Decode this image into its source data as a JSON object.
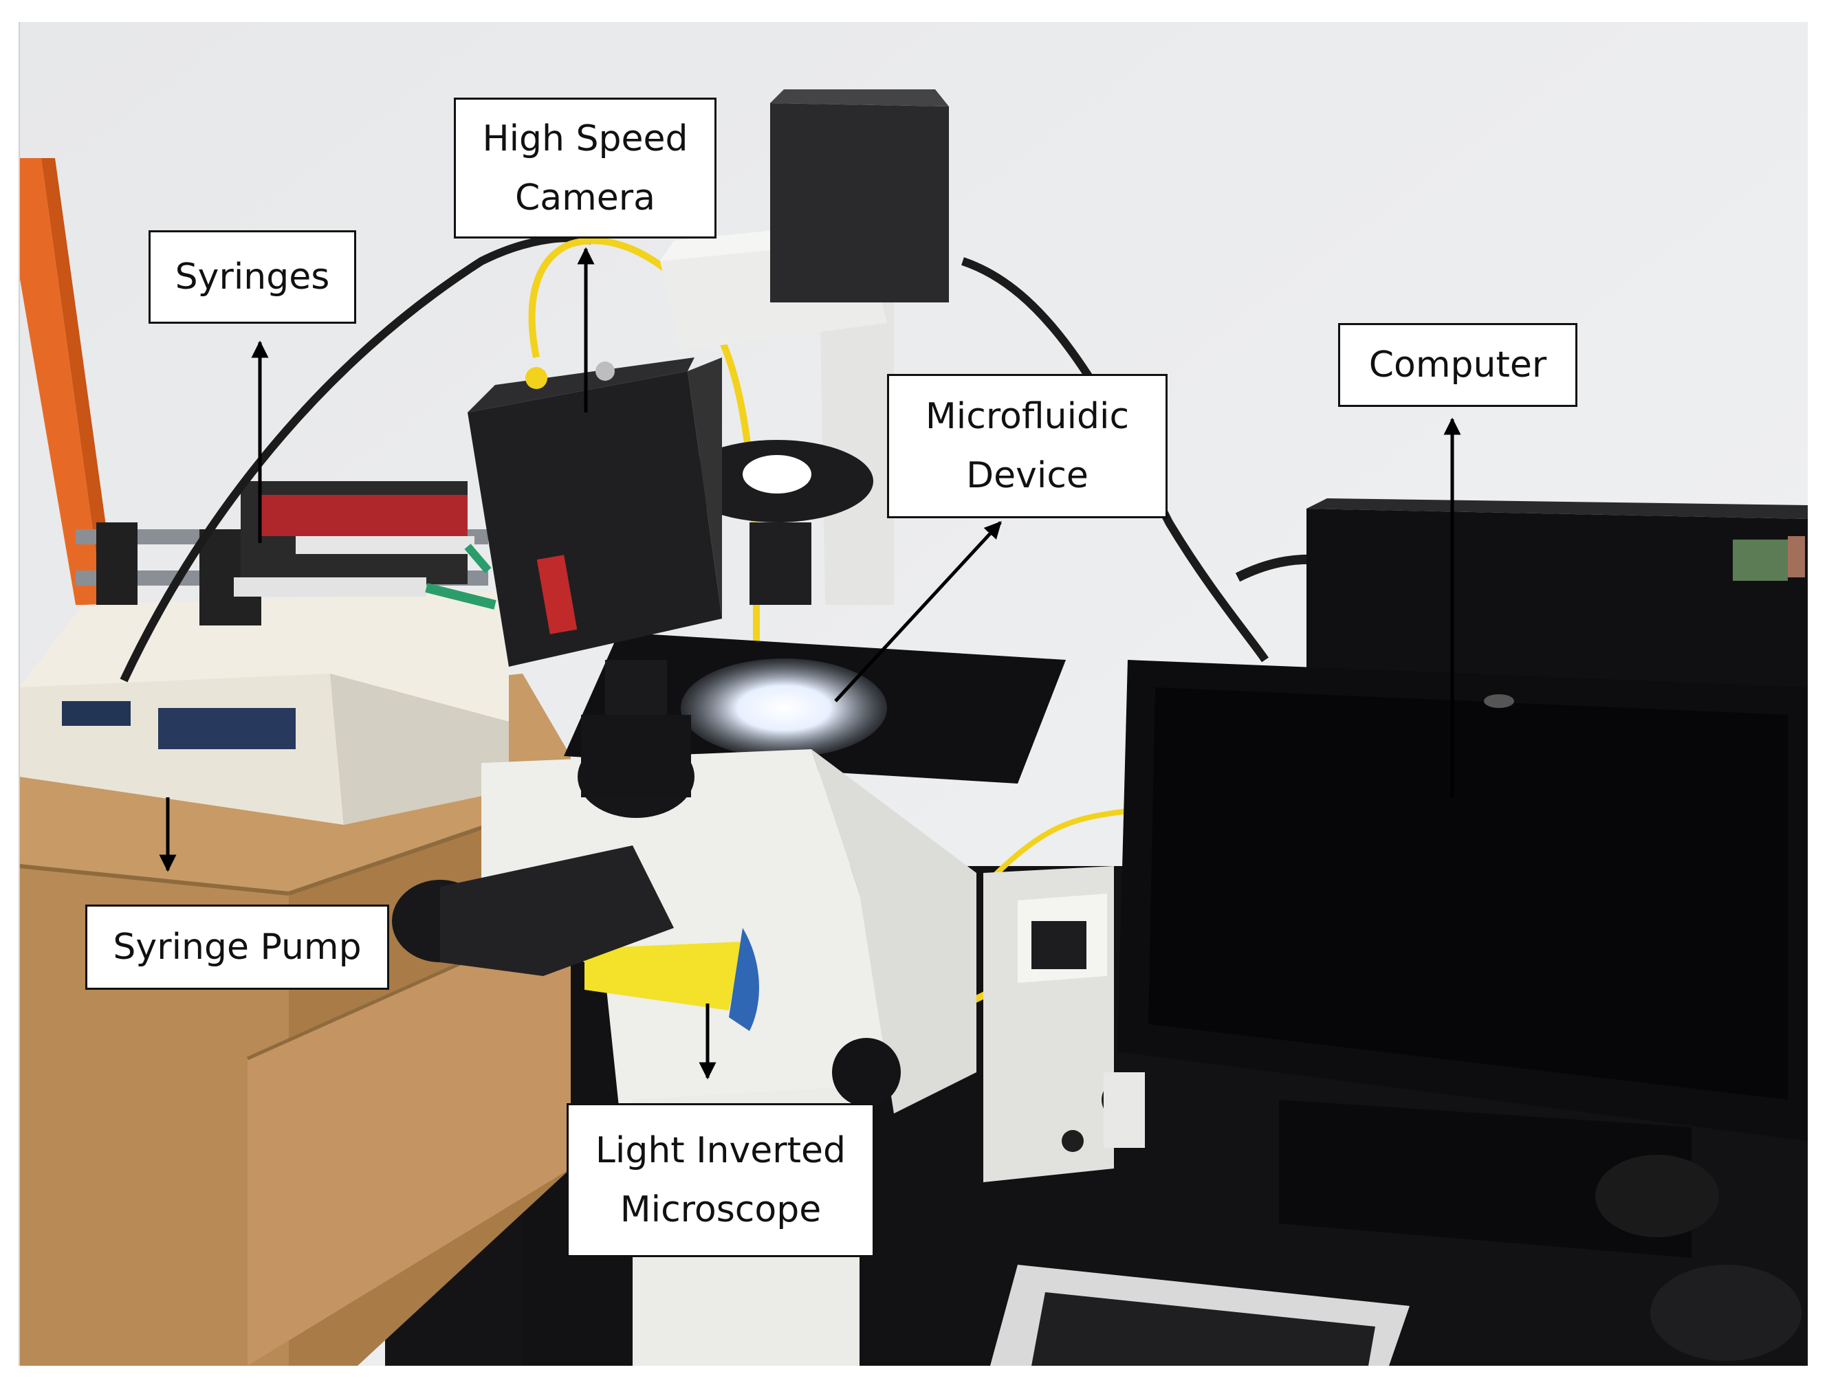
{
  "labels": {
    "high_speed_camera": "High Speed\nCamera",
    "syringes": "Syringes",
    "computer": "Computer",
    "microfluidic_device": "Microfluidic\nDevice",
    "syringe_pump": "Syringe Pump",
    "light_inverted_microscope": "Light Inverted\nMicroscope"
  },
  "colors": {
    "wall": "#ecedef",
    "desk": "#121214",
    "box": "#c79a66",
    "orange_pipe": "#e66a26",
    "yellow_cable": "#f2d21c",
    "microscope_body": "#eeeeea",
    "camera_body": "#1f1f21",
    "arrow": "#000000"
  }
}
